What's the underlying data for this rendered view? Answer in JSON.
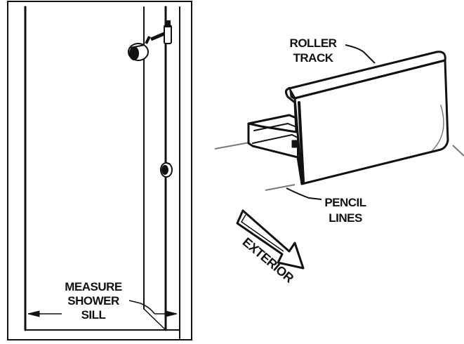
{
  "labels": {
    "measure": [
      "MEASURE",
      "SHOWER",
      "SILL"
    ],
    "roller_track": [
      "ROLLER",
      "TRACK"
    ],
    "pencil_lines": [
      "PENCIL",
      "LINES"
    ],
    "exterior": "EXTERIOR"
  },
  "colors": {
    "ink": "#111111",
    "pencil": "#7a7a7a",
    "paper": "#ffffff"
  }
}
